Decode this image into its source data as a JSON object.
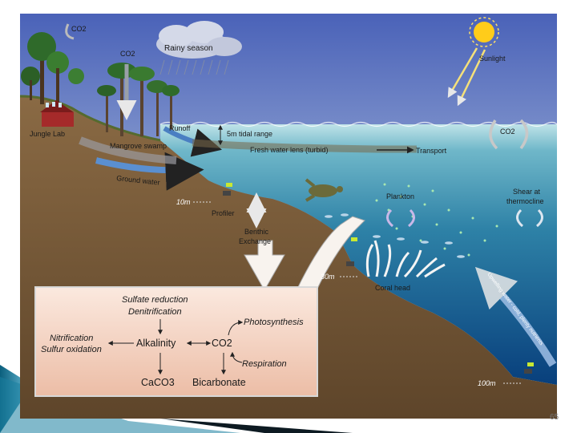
{
  "labels": {
    "co2_top_left": "CO2",
    "co2_mangrove": "CO2",
    "rainy_season": "Rainy season",
    "sunlight": "Sunlight",
    "jungle_lab": "Jungle Lab",
    "runoff": "Runoff",
    "tidal_range": "5m tidal range",
    "co2_sea": "CO2",
    "mangrove_swamp": "Mangrove swamp",
    "fresh_water_lens": "Fresh water lens (turbid)",
    "transport": "Transport",
    "ground_water": "Ground water",
    "plankton": "Plankton",
    "shear": "Shear at",
    "thermocline": "thermocline",
    "depth_10m": "10m",
    "profiler": "Profiler",
    "benthic": "Benthic",
    "exchange": "Exchange",
    "depth_30m": "30m",
    "coral_head": "Coral head",
    "upwelling": "Upwelling water - cold, plenty nutrients",
    "depth_100m": "100m"
  },
  "box": {
    "sulfate_reduction": "Sulfate reduction",
    "denitrification": "Denitrification",
    "nitrification": "Nitrification",
    "sulfur_oxidation": "Sulfur oxidation",
    "alkalinity": "Alkalinity",
    "co2": "CO2",
    "photosynthesis": "Photosynthesis",
    "respiration": "Respiration",
    "caco3": "CaCO3",
    "bicarbonate": "Bicarbonate"
  },
  "page_number": "65",
  "colors": {
    "sky_top": "#4a62b8",
    "sky_bottom": "#e9eec6",
    "sea_surface": "#bfe0e6",
    "sea_deep": "#0a4a86",
    "ground": "#7a5c3a",
    "box_fill": "#f3d0bc"
  }
}
